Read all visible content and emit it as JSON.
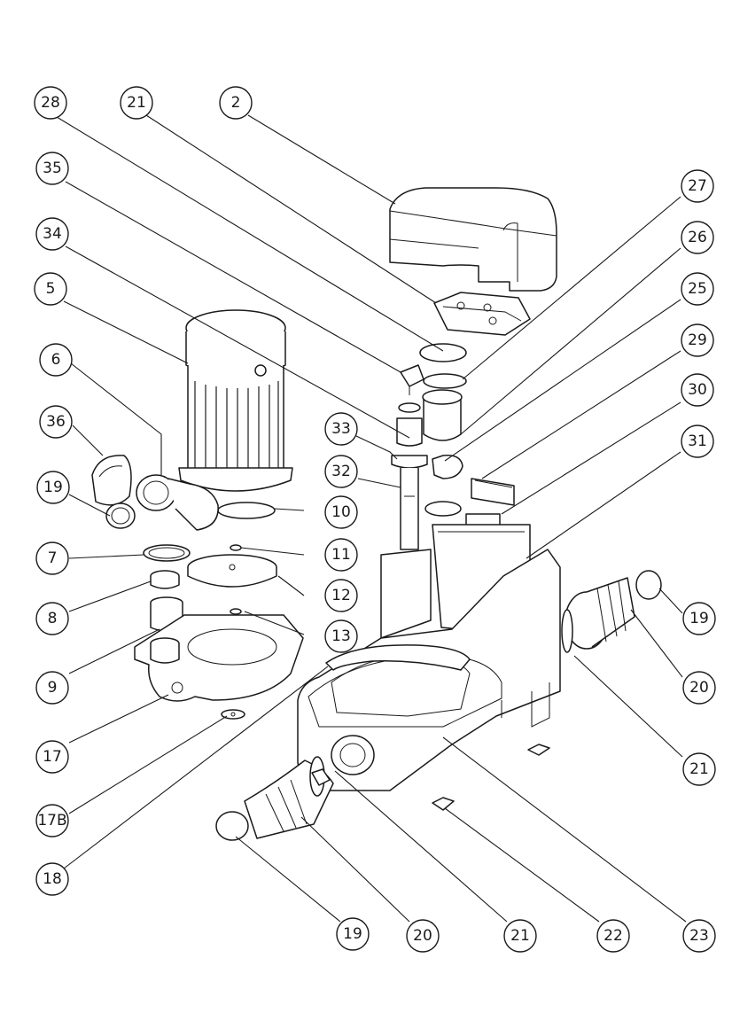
{
  "callouts": [
    {
      "id": "c-28",
      "label": "28"
    },
    {
      "id": "c-21-top",
      "label": "21"
    },
    {
      "id": "c-2",
      "label": "2"
    },
    {
      "id": "c-35",
      "label": "35"
    },
    {
      "id": "c-27",
      "label": "27"
    },
    {
      "id": "c-34",
      "label": "34"
    },
    {
      "id": "c-26",
      "label": "26"
    },
    {
      "id": "c-5",
      "label": "5"
    },
    {
      "id": "c-25",
      "label": "25"
    },
    {
      "id": "c-29",
      "label": "29"
    },
    {
      "id": "c-6",
      "label": "6"
    },
    {
      "id": "c-30",
      "label": "30"
    },
    {
      "id": "c-36",
      "label": "36"
    },
    {
      "id": "c-33",
      "label": "33"
    },
    {
      "id": "c-31",
      "label": "31"
    },
    {
      "id": "c-32",
      "label": "32"
    },
    {
      "id": "c-19-left",
      "label": "19"
    },
    {
      "id": "c-10",
      "label": "10"
    },
    {
      "id": "c-7",
      "label": "7"
    },
    {
      "id": "c-11",
      "label": "11"
    },
    {
      "id": "c-12",
      "label": "12"
    },
    {
      "id": "c-19-right",
      "label": "19"
    },
    {
      "id": "c-8",
      "label": "8"
    },
    {
      "id": "c-13",
      "label": "13"
    },
    {
      "id": "c-9",
      "label": "9"
    },
    {
      "id": "c-20-right",
      "label": "20"
    },
    {
      "id": "c-17",
      "label": "17"
    },
    {
      "id": "c-21-right",
      "label": "21"
    },
    {
      "id": "c-17B",
      "label": "17B"
    },
    {
      "id": "c-18",
      "label": "18"
    },
    {
      "id": "c-19-bottom",
      "label": "19"
    },
    {
      "id": "c-20-bottom",
      "label": "20"
    },
    {
      "id": "c-21-bottom",
      "label": "21"
    },
    {
      "id": "c-22",
      "label": "22"
    },
    {
      "id": "c-23",
      "label": "23"
    }
  ]
}
